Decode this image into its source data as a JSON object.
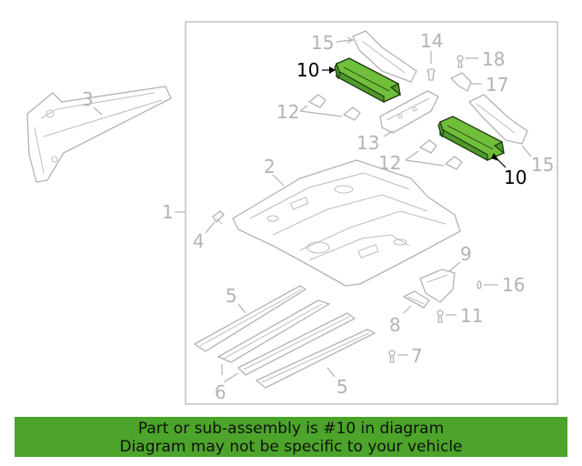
{
  "callouts": {
    "c1": "1",
    "c2": "2",
    "c3": "3",
    "c4": "4",
    "c5a": "5",
    "c5b": "5",
    "c6": "6",
    "c7": "7",
    "c8": "8",
    "c9": "9",
    "c10a": "10",
    "c10b": "10",
    "c11": "11",
    "c12a": "12",
    "c12b": "12",
    "c13": "13",
    "c14": "14",
    "c15a": "15",
    "c15b": "15",
    "c16": "16",
    "c17": "17",
    "c18": "18"
  },
  "banner": {
    "line1": "Part or sub-assembly is #10 in diagram",
    "line2": "Diagram may not be specific to your vehicle"
  },
  "colors": {
    "highlight_part": "#6fbf3b",
    "banner_bg": "#4ca42a",
    "line_gray": "#b3b3b3"
  }
}
